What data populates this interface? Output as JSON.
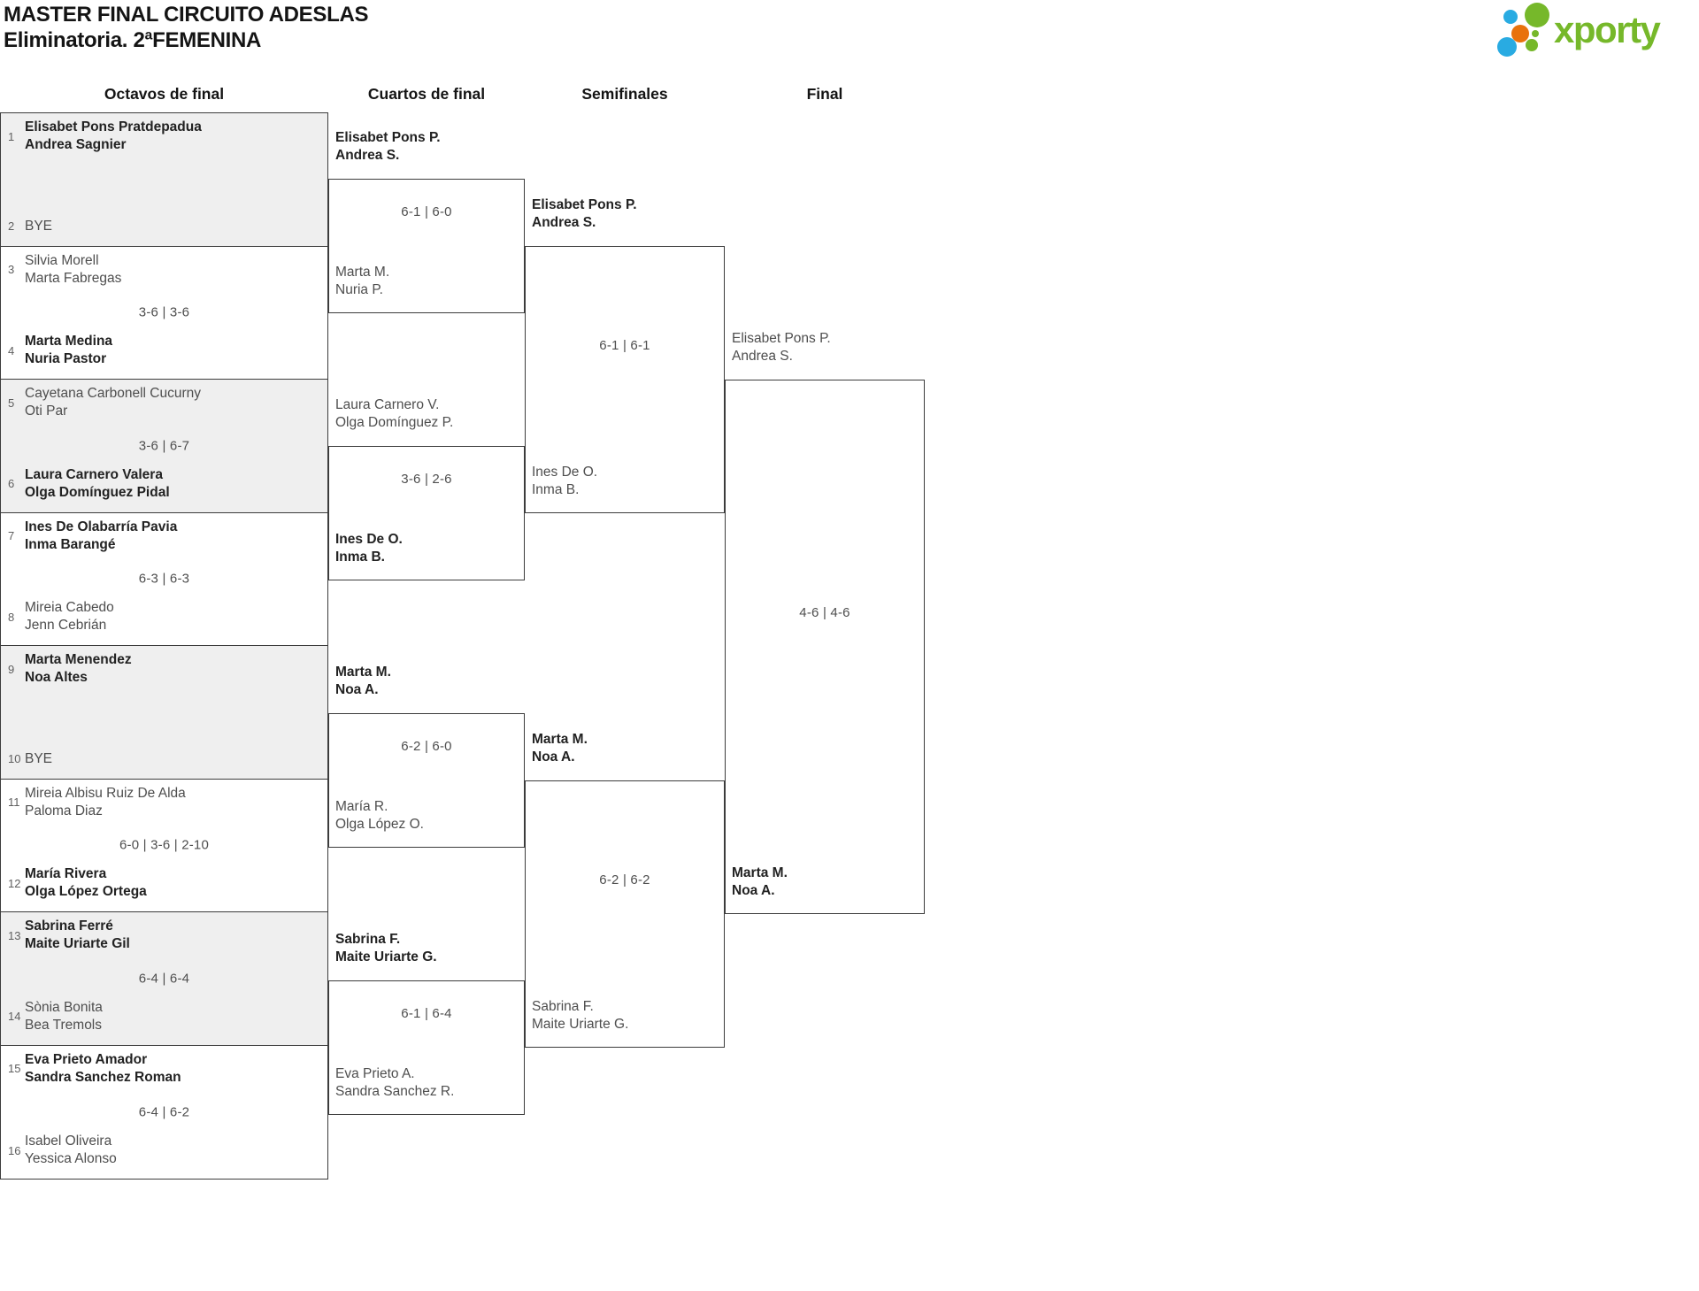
{
  "header": {
    "title": "MASTER FINAL CIRCUITO ADESLAS",
    "subtitle": "Eliminatoria. 2ªFEMENINA"
  },
  "logo": {
    "text": "xporty"
  },
  "colors": {
    "brand_green": "#76b82a",
    "brand_blue": "#29abe2",
    "brand_orange": "#e8720c",
    "shaded_box": "#efefef",
    "line": "#3c3c3c"
  },
  "rounds": [
    {
      "label": "Octavos de final"
    },
    {
      "label": "Cuartos de final"
    },
    {
      "label": "Semifinales"
    },
    {
      "label": "Final"
    }
  ],
  "octavos": [
    {
      "score": "",
      "top": {
        "seed": "1",
        "line1": "Elisabet Pons Pratdepadua",
        "line2": "Andrea Sagnier",
        "winner": true
      },
      "bottom": {
        "seed": "2",
        "line1": "BYE",
        "line2": "",
        "winner": false
      }
    },
    {
      "score": "3-6 | 3-6",
      "top": {
        "seed": "3",
        "line1": "Silvia Morell",
        "line2": "Marta Fabregas",
        "winner": false
      },
      "bottom": {
        "seed": "4",
        "line1": "Marta Medina",
        "line2": "Nuria Pastor",
        "winner": true
      }
    },
    {
      "score": "3-6 | 6-7",
      "top": {
        "seed": "5",
        "line1": "Cayetana Carbonell Cucurny",
        "line2": "Oti Par",
        "winner": false
      },
      "bottom": {
        "seed": "6",
        "line1": "Laura Carnero Valera",
        "line2": "Olga Domínguez Pidal",
        "winner": true
      }
    },
    {
      "score": "6-3 | 6-3",
      "top": {
        "seed": "7",
        "line1": "Ines De Olabarría Pavia",
        "line2": "Inma Barangé",
        "winner": true
      },
      "bottom": {
        "seed": "8",
        "line1": "Mireia Cabedo",
        "line2": "Jenn Cebrián",
        "winner": false
      }
    },
    {
      "score": "",
      "top": {
        "seed": "9",
        "line1": "Marta Menendez",
        "line2": "Noa Altes",
        "winner": true
      },
      "bottom": {
        "seed": "10",
        "line1": "BYE",
        "line2": "",
        "winner": false
      }
    },
    {
      "score": "6-0 | 3-6 | 2-10",
      "top": {
        "seed": "11",
        "line1": "Mireia Albisu Ruiz De Alda",
        "line2": "Paloma Diaz",
        "winner": false
      },
      "bottom": {
        "seed": "12",
        "line1": "María Rivera",
        "line2": "Olga López Ortega",
        "winner": true
      }
    },
    {
      "score": "6-4 | 6-4",
      "top": {
        "seed": "13",
        "line1": "Sabrina Ferré",
        "line2": "Maite Uriarte Gil",
        "winner": true
      },
      "bottom": {
        "seed": "14",
        "line1": "Sònia Bonita",
        "line2": "Bea Tremols",
        "winner": false
      }
    },
    {
      "score": "6-4 | 6-2",
      "top": {
        "seed": "15",
        "line1": "Eva Prieto Amador",
        "line2": "Sandra Sanchez Roman",
        "winner": true
      },
      "bottom": {
        "seed": "16",
        "line1": "Isabel Oliveira",
        "line2": "Yessica Alonso",
        "winner": false
      }
    }
  ],
  "cuartos": [
    {
      "score": "6-1 | 6-0",
      "top": {
        "line1": "Elisabet Pons P.",
        "line2": "Andrea S.",
        "winner": true
      },
      "bottom": {
        "line1": "Marta M.",
        "line2": "Nuria P.",
        "winner": false
      }
    },
    {
      "score": "3-6 | 2-6",
      "top": {
        "line1": "Laura Carnero V.",
        "line2": "Olga Domínguez P.",
        "winner": false
      },
      "bottom": {
        "line1": "Ines De O.",
        "line2": "Inma B.",
        "winner": true
      }
    },
    {
      "score": "6-2 | 6-0",
      "top": {
        "line1": "Marta M.",
        "line2": "Noa A.",
        "winner": true
      },
      "bottom": {
        "line1": "María R.",
        "line2": "Olga López O.",
        "winner": false
      }
    },
    {
      "score": "6-1 | 6-4",
      "top": {
        "line1": "Sabrina F.",
        "line2": "Maite Uriarte G.",
        "winner": true
      },
      "bottom": {
        "line1": "Eva Prieto A.",
        "line2": "Sandra Sanchez R.",
        "winner": false
      }
    }
  ],
  "semifinales": [
    {
      "score": "6-1 | 6-1",
      "top": {
        "line1": "Elisabet Pons P.",
        "line2": "Andrea S.",
        "winner": true
      },
      "bottom": {
        "line1": "Ines De O.",
        "line2": "Inma B.",
        "winner": false
      }
    },
    {
      "score": "6-2 | 6-2",
      "top": {
        "line1": "Marta M.",
        "line2": "Noa A.",
        "winner": true
      },
      "bottom": {
        "line1": "Sabrina F.",
        "line2": "Maite Uriarte G.",
        "winner": false
      }
    }
  ],
  "final": {
    "score": "4-6 | 4-6",
    "top": {
      "line1": "Elisabet Pons P.",
      "line2": "Andrea S.",
      "winner": false
    },
    "bottom": {
      "line1": "Marta M.",
      "line2": "Noa A.",
      "winner": true
    }
  }
}
